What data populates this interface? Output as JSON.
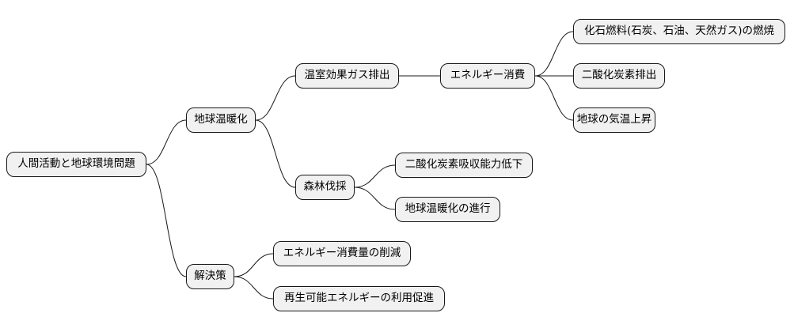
{
  "mindmap": {
    "root": "人間活動と地球環境問題",
    "global_warming": {
      "label": "地球温暖化",
      "ghg": {
        "label": "温室効果ガス排出",
        "energy": {
          "label": "エネルギー消費",
          "fossil_fuel": "化石燃料(石炭、石油、天然ガス)の燃焼",
          "co2_emission": "二酸化炭素排出",
          "temp_rise": "地球の気温上昇"
        }
      },
      "deforestation": {
        "label": "森林伐採",
        "co2_absorption_decline": "二酸化炭素吸収能力低下",
        "warming_progress": "地球温暖化の進行"
      }
    },
    "solutions": {
      "label": "解決策",
      "energy_reduction": "エネルギー消費量の削減",
      "renewable_promotion": "再生可能エネルギーの利用促進"
    }
  },
  "colors": {
    "node_fill": "#f1f1f1",
    "node_border": "#181818",
    "edge": "#181818"
  }
}
